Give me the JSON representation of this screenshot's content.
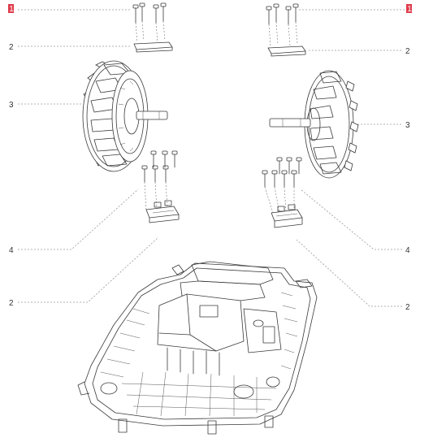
{
  "callouts": [
    {
      "id": "screws-top-left",
      "label": "1",
      "highlight": true
    },
    {
      "id": "screws-top-right",
      "label": "1",
      "highlight": true
    },
    {
      "id": "bracket-top-left",
      "label": "2"
    },
    {
      "id": "bracket-top-right",
      "label": "2"
    },
    {
      "id": "wheel-left",
      "label": "3"
    },
    {
      "id": "wheel-right",
      "label": "3"
    },
    {
      "id": "motor-mount-left",
      "label": "4"
    },
    {
      "id": "motor-mount-right",
      "label": "4"
    },
    {
      "id": "chassis-left",
      "label": "2"
    },
    {
      "id": "chassis-right",
      "label": "2"
    }
  ],
  "colors": {
    "highlight": "#e03a4a",
    "line": "#3a3a3a",
    "leader": "#9a9a9a"
  }
}
